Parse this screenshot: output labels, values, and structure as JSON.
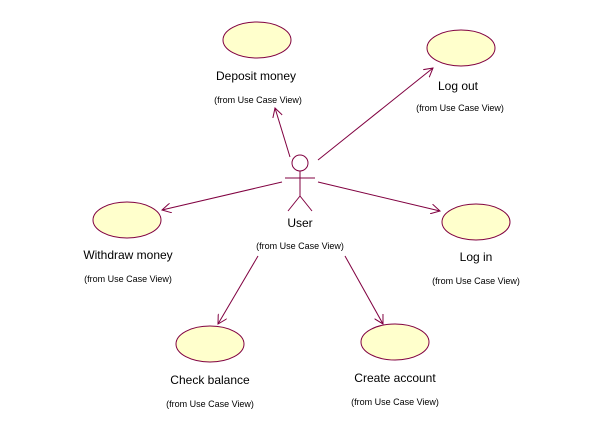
{
  "colors": {
    "ellipse_fill": "#FFFFCC",
    "line": "#800040",
    "text": "#000000"
  },
  "actor": {
    "name": "User",
    "source": "(from Use Case View)"
  },
  "use_cases": [
    {
      "id": "deposit",
      "name": "Deposit money",
      "source": "(from Use Case View)"
    },
    {
      "id": "logout",
      "name": "Log out",
      "source": "(from Use Case View)"
    },
    {
      "id": "withdraw",
      "name": "Withdraw money",
      "source": "(from Use Case View)"
    },
    {
      "id": "login",
      "name": "Log in",
      "source": "(from Use Case View)"
    },
    {
      "id": "check",
      "name": "Check balance",
      "source": "(from Use Case View)"
    },
    {
      "id": "create",
      "name": "Create account",
      "source": "(from Use Case View)"
    }
  ]
}
